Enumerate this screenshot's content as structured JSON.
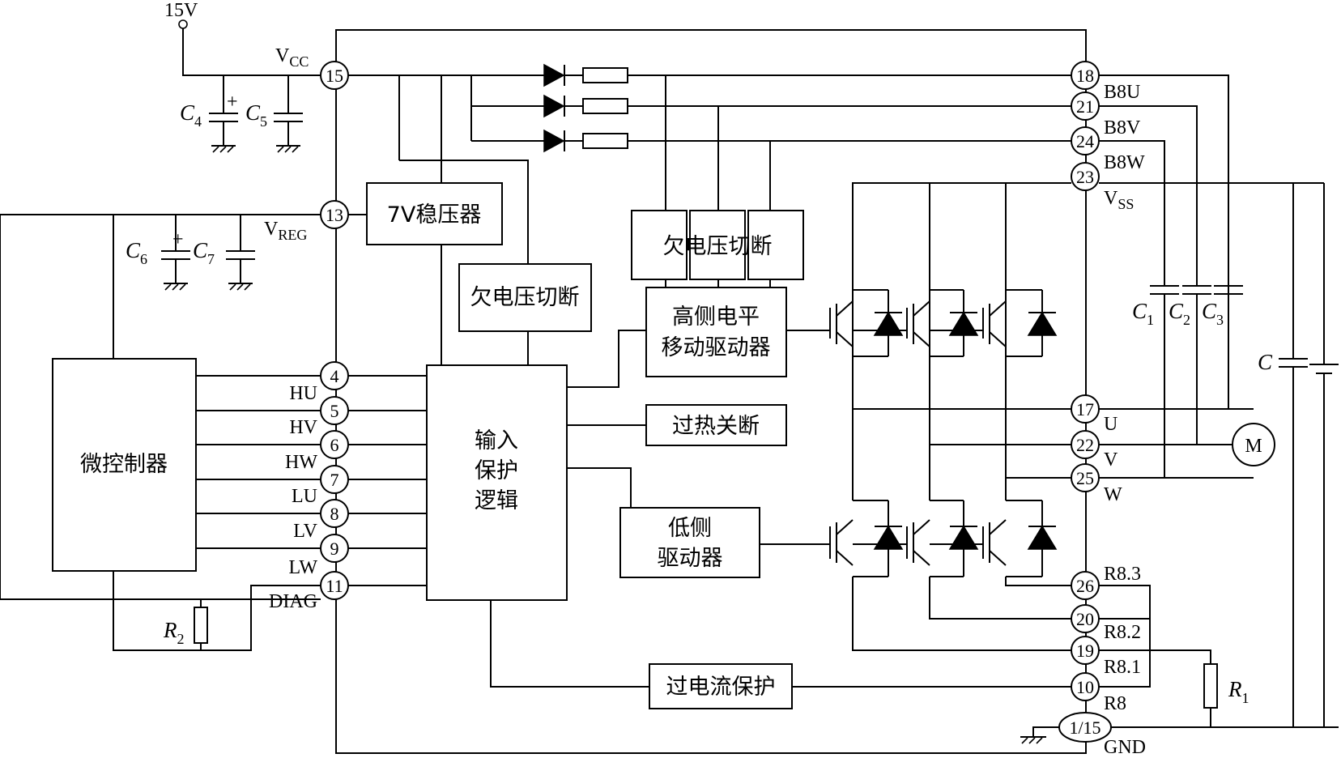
{
  "supply": {
    "voltage": "15V"
  },
  "ic_pins_left": [
    {
      "num": "15",
      "label": "V",
      "sub": "CC"
    },
    {
      "num": "13",
      "label": "V",
      "sub": "REG"
    },
    {
      "num": "4",
      "label": "HU"
    },
    {
      "num": "5",
      "label": "HV"
    },
    {
      "num": "6",
      "label": "HW"
    },
    {
      "num": "7",
      "label": "LU"
    },
    {
      "num": "8",
      "label": "LV"
    },
    {
      "num": "9",
      "label": "LW"
    },
    {
      "num": "11",
      "label": "DIAG"
    }
  ],
  "ic_pins_right": [
    {
      "num": "18",
      "label": "B8U"
    },
    {
      "num": "21",
      "label": "B8V"
    },
    {
      "num": "24",
      "label": "B8W"
    },
    {
      "num": "23",
      "label": "V",
      "sub": "SS"
    },
    {
      "num": "17",
      "label": "U"
    },
    {
      "num": "22",
      "label": "V"
    },
    {
      "num": "25",
      "label": "W"
    },
    {
      "num": "26",
      "label": "R8.3"
    },
    {
      "num": "20",
      "label": "R8.2"
    },
    {
      "num": "19",
      "label": "R8.1"
    },
    {
      "num": "10",
      "label": "R8"
    },
    {
      "num": "1/15",
      "label": "GND"
    }
  ],
  "blocks": {
    "regulator": "7V稳压器",
    "uvlo_low": "欠电压切断",
    "uvlo_high": "欠电压切断",
    "level_shift_line1": "高侧电平",
    "level_shift_line2": "移动驱动器",
    "thermal": "过热关断",
    "input_logic_line1": "输入",
    "input_logic_line2": "保护",
    "input_logic_line3": "逻辑",
    "low_driver_line1": "低侧",
    "low_driver_line2": "驱动器",
    "overcurrent": "过电流保护",
    "mcu": "微控制器"
  },
  "components": {
    "c4": {
      "letter": "C",
      "index": "4"
    },
    "c5": {
      "letter": "C",
      "index": "5"
    },
    "c6": {
      "letter": "C",
      "index": "6"
    },
    "c7": {
      "letter": "C",
      "index": "7"
    },
    "c1": {
      "letter": "C",
      "index": "1"
    },
    "c2": {
      "letter": "C",
      "index": "2"
    },
    "c3": {
      "letter": "C",
      "index": "3"
    },
    "c": {
      "letter": "C"
    },
    "r1": {
      "letter": "R",
      "index": "1"
    },
    "r2": {
      "letter": "R",
      "index": "2"
    },
    "motor": "M",
    "plus": "+"
  }
}
